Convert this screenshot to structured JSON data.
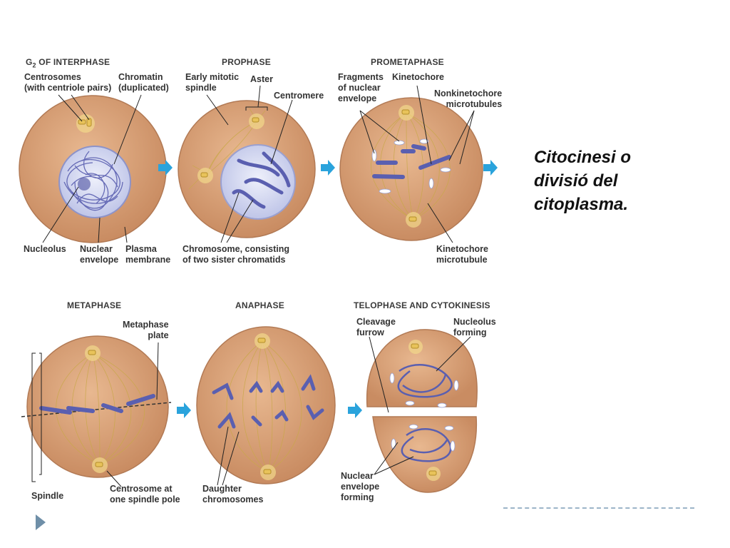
{
  "phases": [
    {
      "title_main": "G",
      "title_sub": "2",
      "title_rest": " OF INTERPHASE"
    },
    {
      "title": "PROPHASE"
    },
    {
      "title": "PROMETAPHASE"
    },
    {
      "title": "METAPHASE"
    },
    {
      "title": "ANAPHASE"
    },
    {
      "title": "TELOPHASE AND CYTOKINESIS"
    }
  ],
  "labels": {
    "centrosomes": [
      "Centrosomes",
      "(with centriole pairs)"
    ],
    "chromatin": [
      "Chromatin",
      "(duplicated)"
    ],
    "nucleolus": [
      "Nucleolus"
    ],
    "nuclear_envelope": [
      "Nuclear",
      "envelope"
    ],
    "plasma_membrane": [
      "Plasma",
      "membrane"
    ],
    "early_spindle": [
      "Early mitotic",
      "spindle"
    ],
    "aster": [
      "Aster"
    ],
    "centromere": [
      "Centromere"
    ],
    "chromosome": [
      "Chromosome, consisting",
      "of two sister chromatids"
    ],
    "fragments": [
      "Fragments",
      "of nuclear",
      "envelope"
    ],
    "kinetochore": [
      "Kinetochore"
    ],
    "nonkinetochore": [
      "Nonkinetochore",
      "microtubules"
    ],
    "kinetochore_mt": [
      "Kinetochore",
      "microtubule"
    ],
    "metaphase_plate": [
      "Metaphase",
      "plate"
    ],
    "spindle": [
      "Spindle"
    ],
    "centrosome_pole": [
      "Centrosome at",
      "one spindle pole"
    ],
    "daughter": [
      "Daughter",
      "chromosomes"
    ],
    "cleavage": [
      "Cleavage",
      "furrow"
    ],
    "nucleolus_forming": [
      "Nucleolus",
      "forming"
    ],
    "nuclear_forming": [
      "Nuclear",
      "envelope",
      "forming"
    ]
  },
  "side_text": [
    "Citocinesi o",
    "divisió del",
    "citoplasma."
  ],
  "colors": {
    "cell": "#d9a178",
    "cell_edge": "#b27a55",
    "chromosome": "#5a5fb0",
    "arrow": "#2aa3dc",
    "nucleus": "#ccd2ee"
  },
  "icons": {
    "nav": "play-icon"
  }
}
